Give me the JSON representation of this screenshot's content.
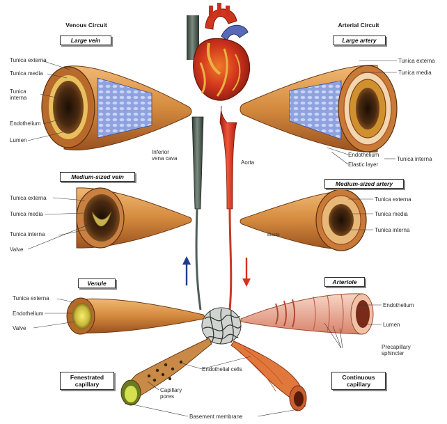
{
  "venous": {
    "circuit_title": "Venous Circuit",
    "large_vein": {
      "title": "Large vein",
      "labels": [
        "Tunica externa",
        "Tunica media",
        "Tunica",
        "interna",
        "Endothelium",
        "Lumen"
      ]
    },
    "inferior_vena_cava": [
      "Inferior",
      "vena cava"
    ],
    "medium_vein": {
      "title": "Medium-sized vein",
      "labels": [
        "Tunica externa",
        "Tunica media",
        "Tunica interna",
        "Valve"
      ]
    },
    "venule": {
      "title": "Venule",
      "labels": [
        "Tunica externa",
        "Endothelium",
        "Valve"
      ]
    },
    "fenestrated": {
      "title_lines": [
        "Fenestrated",
        "capillary"
      ],
      "pores": [
        "Capillary",
        "pores"
      ]
    }
  },
  "arterial": {
    "circuit_title": "Arterial Circuit",
    "large_artery": {
      "title": "Large artery",
      "labels": [
        "Tunica externa",
        "Tunica media",
        "Endothelium",
        "Elastic layer",
        "Tunica interna"
      ]
    },
    "aorta": "Aorta",
    "medium_artery": {
      "title": "Medium-sized artery",
      "labels": [
        "Tunica externa",
        "Tunica media",
        "Tunica interna"
      ],
      "tiny": "Elastic"
    },
    "arteriole": {
      "title": "Arteriole",
      "labels": [
        "Endothelium",
        "Lumen",
        "Precapillary",
        "sphincter"
      ]
    },
    "continuous": {
      "title_lines": [
        "Continuous",
        "capillary"
      ]
    }
  },
  "center": {
    "endothelial_cells": "Endothelial cells",
    "basement_membrane": "Basement membrane"
  },
  "colors": {
    "vein_blue": "#1f3c8c",
    "artery_red": "#d8301c",
    "vessel_wall": "#d9924a",
    "vessel_dark": "#8a4a1c",
    "heart_red": "#c8261b",
    "heart_gold": "#e2a83a",
    "vein_pipe": "#5b6b60"
  }
}
